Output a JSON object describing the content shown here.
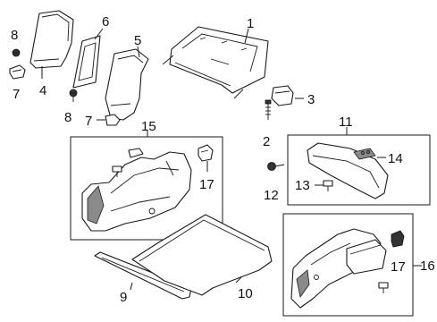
{
  "callouts": {
    "c1": "1",
    "c2": "2",
    "c3": "3",
    "c4": "4",
    "c5": "5",
    "c6": "6",
    "c7a": "7",
    "c7b": "7",
    "c8a": "8",
    "c8b": "8",
    "c9": "9",
    "c10": "10",
    "c11": "11",
    "c12": "12",
    "c13": "13",
    "c14": "14",
    "c15": "15",
    "c16": "16",
    "c17a": "17",
    "c17b": "17"
  }
}
